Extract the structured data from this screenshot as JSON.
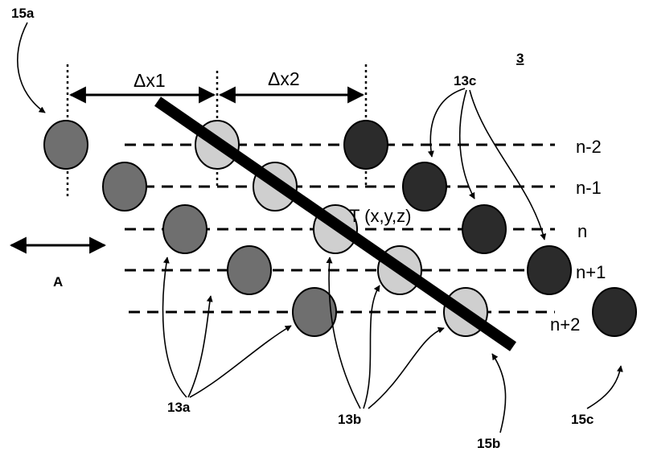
{
  "figure_number": "3",
  "spacing_labels": {
    "dx1": "Δx1",
    "dx2": "Δx2"
  },
  "axis_label": "A",
  "point_label": "T (x,y,z)",
  "row_labels": [
    "n-2",
    "n-1",
    "n",
    "n+1",
    "n+2"
  ],
  "callouts": {
    "c15a": "15a",
    "c13a": "13a",
    "c13b": "13b",
    "c13c": "13c",
    "c15b": "15b",
    "c15c": "15c"
  },
  "colors": {
    "group_a": "#6f6f6f",
    "group_b": "#cfcfcf",
    "group_c": "#2b2b2b",
    "line": "#000000"
  }
}
